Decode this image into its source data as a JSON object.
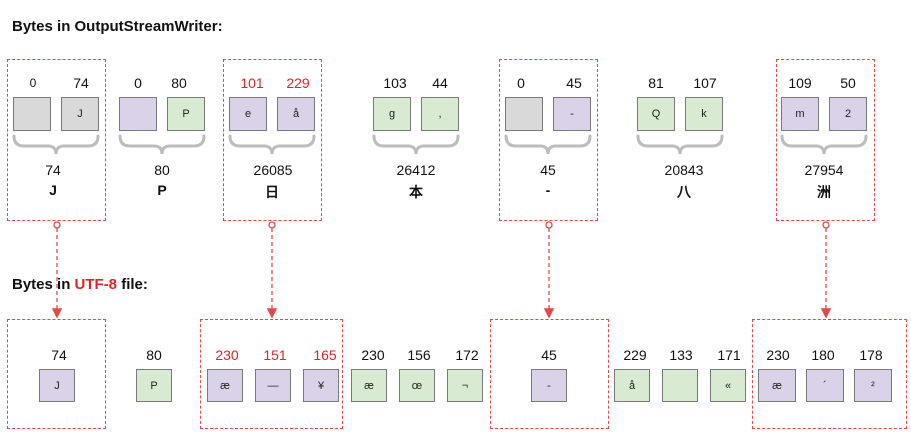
{
  "headings": {
    "writer": "Bytes in OutputStreamWriter:",
    "file_prefix": "Bytes in ",
    "file_highlight": "UTF-8",
    "file_suffix": " file:"
  },
  "writer_groups": [
    {
      "bytes": [
        "0",
        "74"
      ],
      "box_labels": [
        "",
        "J"
      ],
      "code": "74",
      "char": "J",
      "highlighted": true,
      "red_numbers": false
    },
    {
      "bytes": [
        "0",
        "80"
      ],
      "box_labels": [
        "",
        "P"
      ],
      "code": "80",
      "char": "P",
      "highlighted": false,
      "red_numbers": false
    },
    {
      "bytes": [
        "101",
        "229"
      ],
      "box_labels": [
        "e",
        "å"
      ],
      "code": "26085",
      "char": "日",
      "highlighted": true,
      "red_numbers": true
    },
    {
      "bytes": [
        "103",
        "44"
      ],
      "box_labels": [
        "g",
        ","
      ],
      "code": "26412",
      "char": "本",
      "highlighted": false,
      "red_numbers": false
    },
    {
      "bytes": [
        "0",
        "45"
      ],
      "box_labels": [
        "",
        "-"
      ],
      "code": "45",
      "char": "-",
      "highlighted": true,
      "red_numbers": false
    },
    {
      "bytes": [
        "81",
        "107"
      ],
      "box_labels": [
        "Q",
        "k"
      ],
      "code": "20843",
      "char": "八",
      "highlighted": false,
      "red_numbers": false
    },
    {
      "bytes": [
        "109",
        "50"
      ],
      "box_labels": [
        "m",
        "2"
      ],
      "code": "27954",
      "char": "洲",
      "highlighted": true,
      "red_numbers": false
    }
  ],
  "file_bytes": [
    {
      "value": "74",
      "label": "J",
      "color": "purple",
      "red": false
    },
    {
      "value": "80",
      "label": "P",
      "color": "green",
      "red": false
    },
    {
      "value": "230",
      "label": "æ",
      "color": "purple",
      "red": true
    },
    {
      "value": "151",
      "label": "—",
      "color": "purple",
      "red": true
    },
    {
      "value": "165",
      "label": "¥",
      "color": "purple",
      "red": true
    },
    {
      "value": "230",
      "label": "æ",
      "color": "green",
      "red": false
    },
    {
      "value": "156",
      "label": "œ",
      "color": "green",
      "red": false
    },
    {
      "value": "172",
      "label": "¬",
      "color": "green",
      "red": false
    },
    {
      "value": "45",
      "label": "-",
      "color": "purple",
      "red": false
    },
    {
      "value": "229",
      "label": "å",
      "color": "green",
      "red": false
    },
    {
      "value": "133",
      "label": "",
      "color": "green",
      "red": false
    },
    {
      "value": "171",
      "label": "«",
      "color": "green",
      "red": false
    },
    {
      "value": "230",
      "label": "æ",
      "color": "purple",
      "red": false
    },
    {
      "value": "180",
      "label": "´",
      "color": "purple",
      "red": false
    },
    {
      "value": "178",
      "label": "²",
      "color": "purple",
      "red": false
    }
  ],
  "colors": {
    "dashed_border": "#e8474a",
    "red_text": "#e02424",
    "gray_fill": "#d9d9d9",
    "purple_fill": "#d9d2e9",
    "green_fill": "#d9ead3",
    "brace": "#bdbdbd"
  }
}
